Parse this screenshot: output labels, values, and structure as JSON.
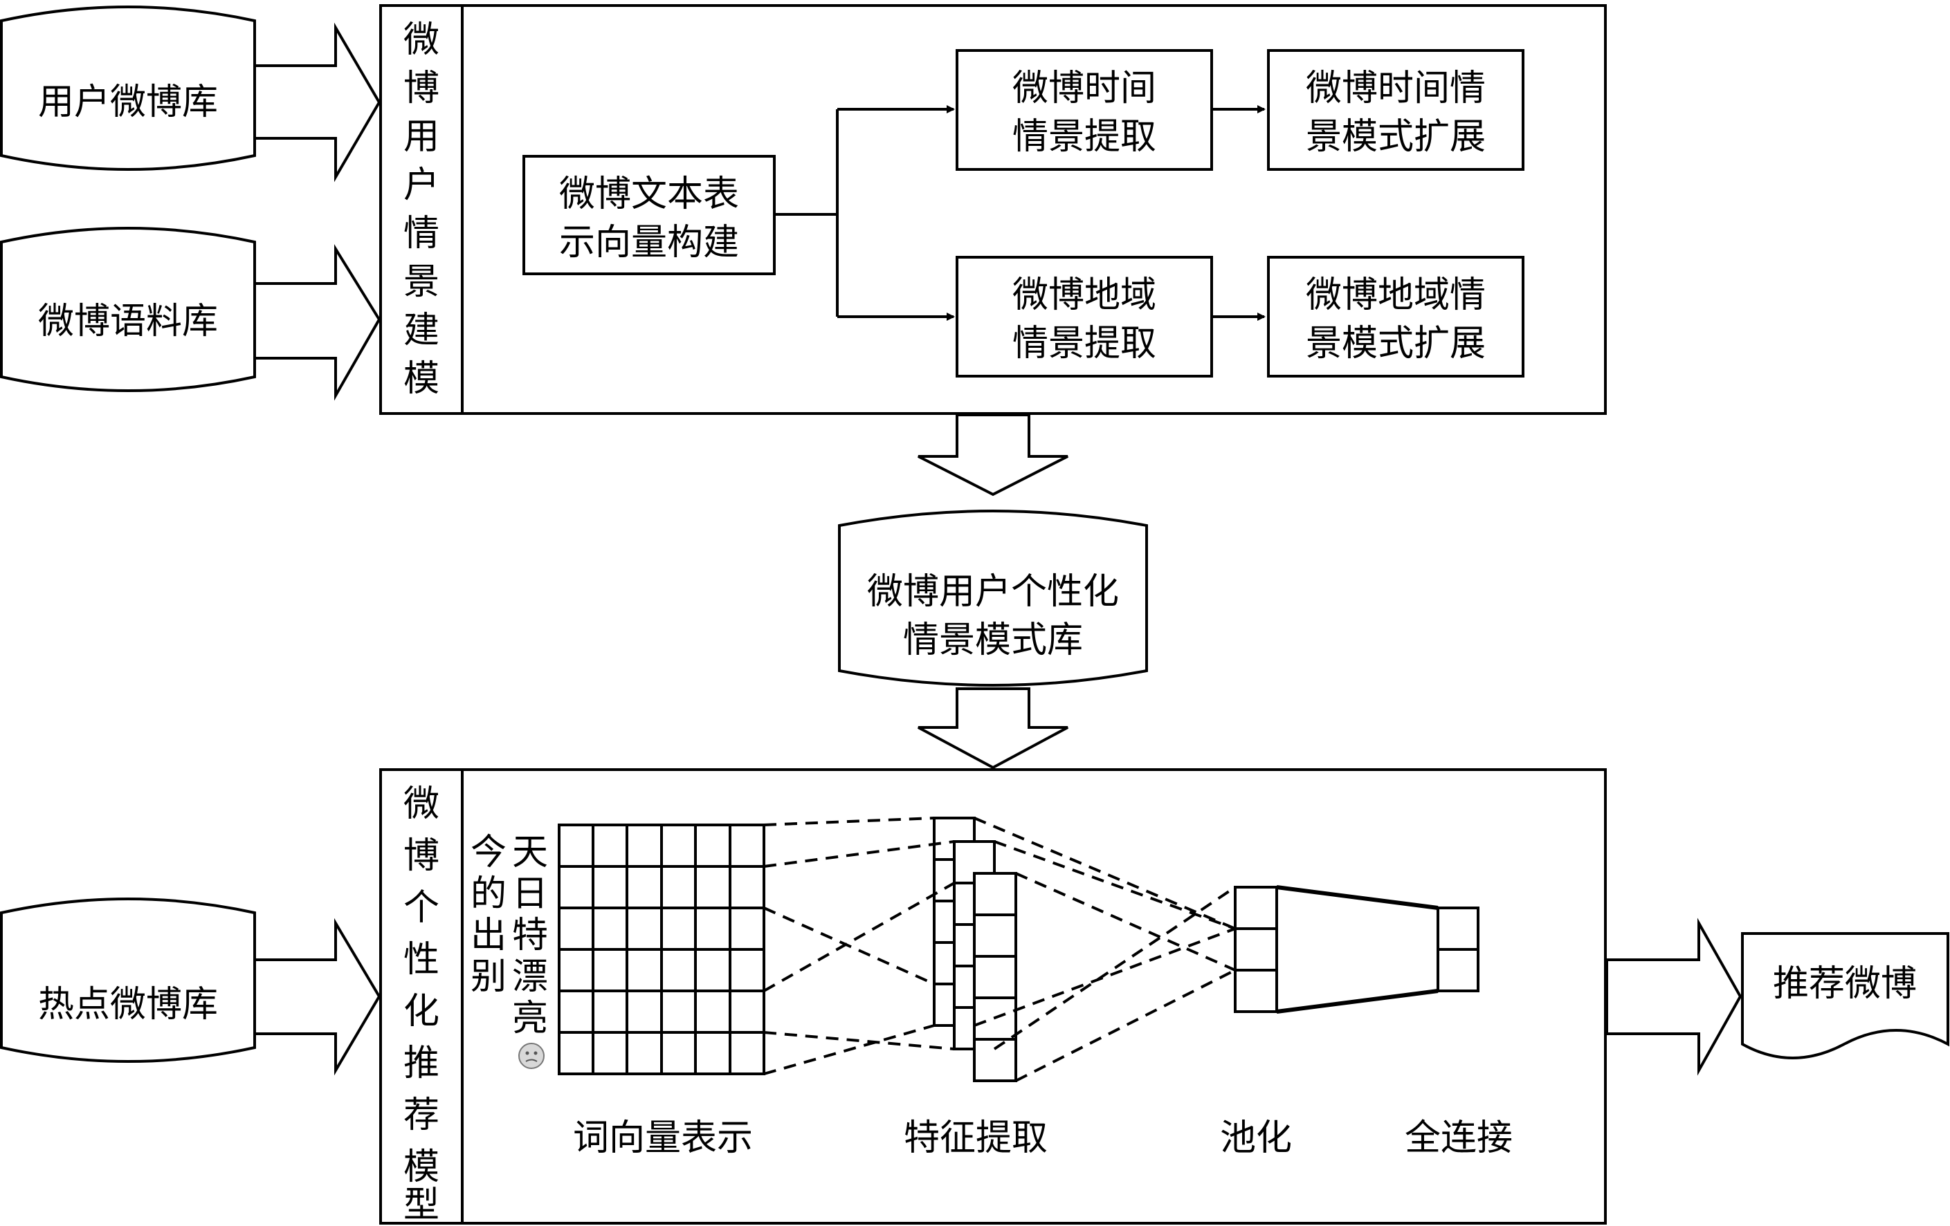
{
  "databases": {
    "user_weibo": "用户微博库",
    "corpus": "微博语料库",
    "context_db_line1": "微博用户个性化",
    "context_db_line2": "情景模式库",
    "hot_weibo": "热点微博库"
  },
  "modeling_panel": {
    "title": "微博用户情景建模",
    "vector_build_line1": "微博文本表",
    "vector_build_line2": "示向量构建",
    "time_extract_line1": "微博时间",
    "time_extract_line2": "情景提取",
    "time_expand_line1": "微博时间情",
    "time_expand_line2": "景模式扩展",
    "geo_extract_line1": "微博地域",
    "geo_extract_line2": "情景提取",
    "geo_expand_line1": "微博地域情",
    "geo_expand_line2": "景模式扩展"
  },
  "recommend_panel": {
    "title": "微博个性化推荐模型",
    "sentence_col1": "今的出别",
    "sentence_col2": "天日特漂亮",
    "emoji_icon": "crying-face-icon",
    "label_word_vector": "词向量表示",
    "label_feature": "特征提取",
    "label_pooling": "池化",
    "label_fc": "全连接"
  },
  "output": {
    "recommend": "推荐微博"
  }
}
